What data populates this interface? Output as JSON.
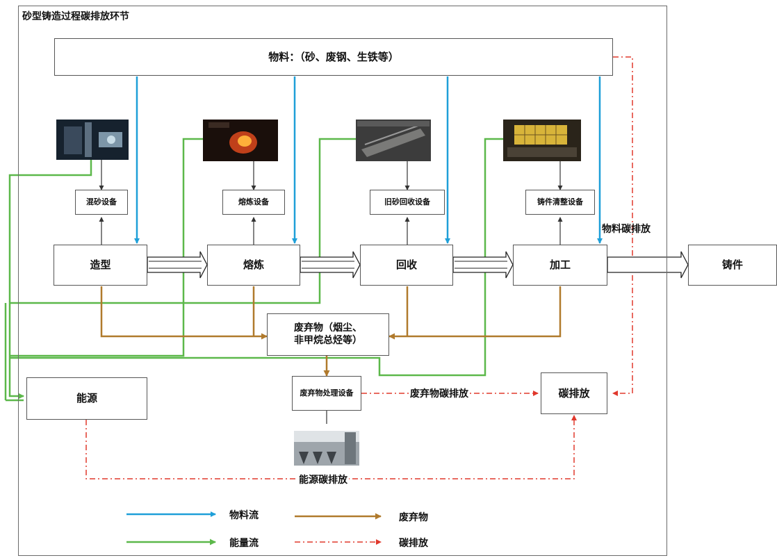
{
  "title": "砂型铸造过程碳排放环节",
  "materials": "物料：（砂、废钢、生铁等）",
  "stages": [
    "造型",
    "熔炼",
    "回收",
    "加工"
  ],
  "product": "铸件",
  "devices": [
    "混砂设备",
    "熔炼设备",
    "旧砂回收设备",
    "铸件清整设备"
  ],
  "waste": {
    "line1": "废弃物（烟尘、",
    "line2": "非甲烷总烃等）"
  },
  "waste_device": "废弃物处理设备",
  "energy": "能源",
  "carbon": "碳排放",
  "labels": {
    "material_carbon": "物料碳排放",
    "waste_carbon": "废弃物碳排放",
    "energy_carbon": "能源碳排放"
  },
  "legend": {
    "material_flow": "物料流",
    "waste": "废弃物",
    "energy_flow": "能量流",
    "carbon": "碳排放"
  },
  "colors": {
    "material_flow": "#1e9fd8",
    "waste": "#b07a2c",
    "energy_flow": "#5cb84a",
    "carbon": "#e0382c"
  },
  "photos": [
    "mixing-equipment-photo",
    "smelting-furnace-photo",
    "sand-recovery-photo",
    "casting-cleaning-photo",
    "waste-treatment-facility-photo"
  ]
}
